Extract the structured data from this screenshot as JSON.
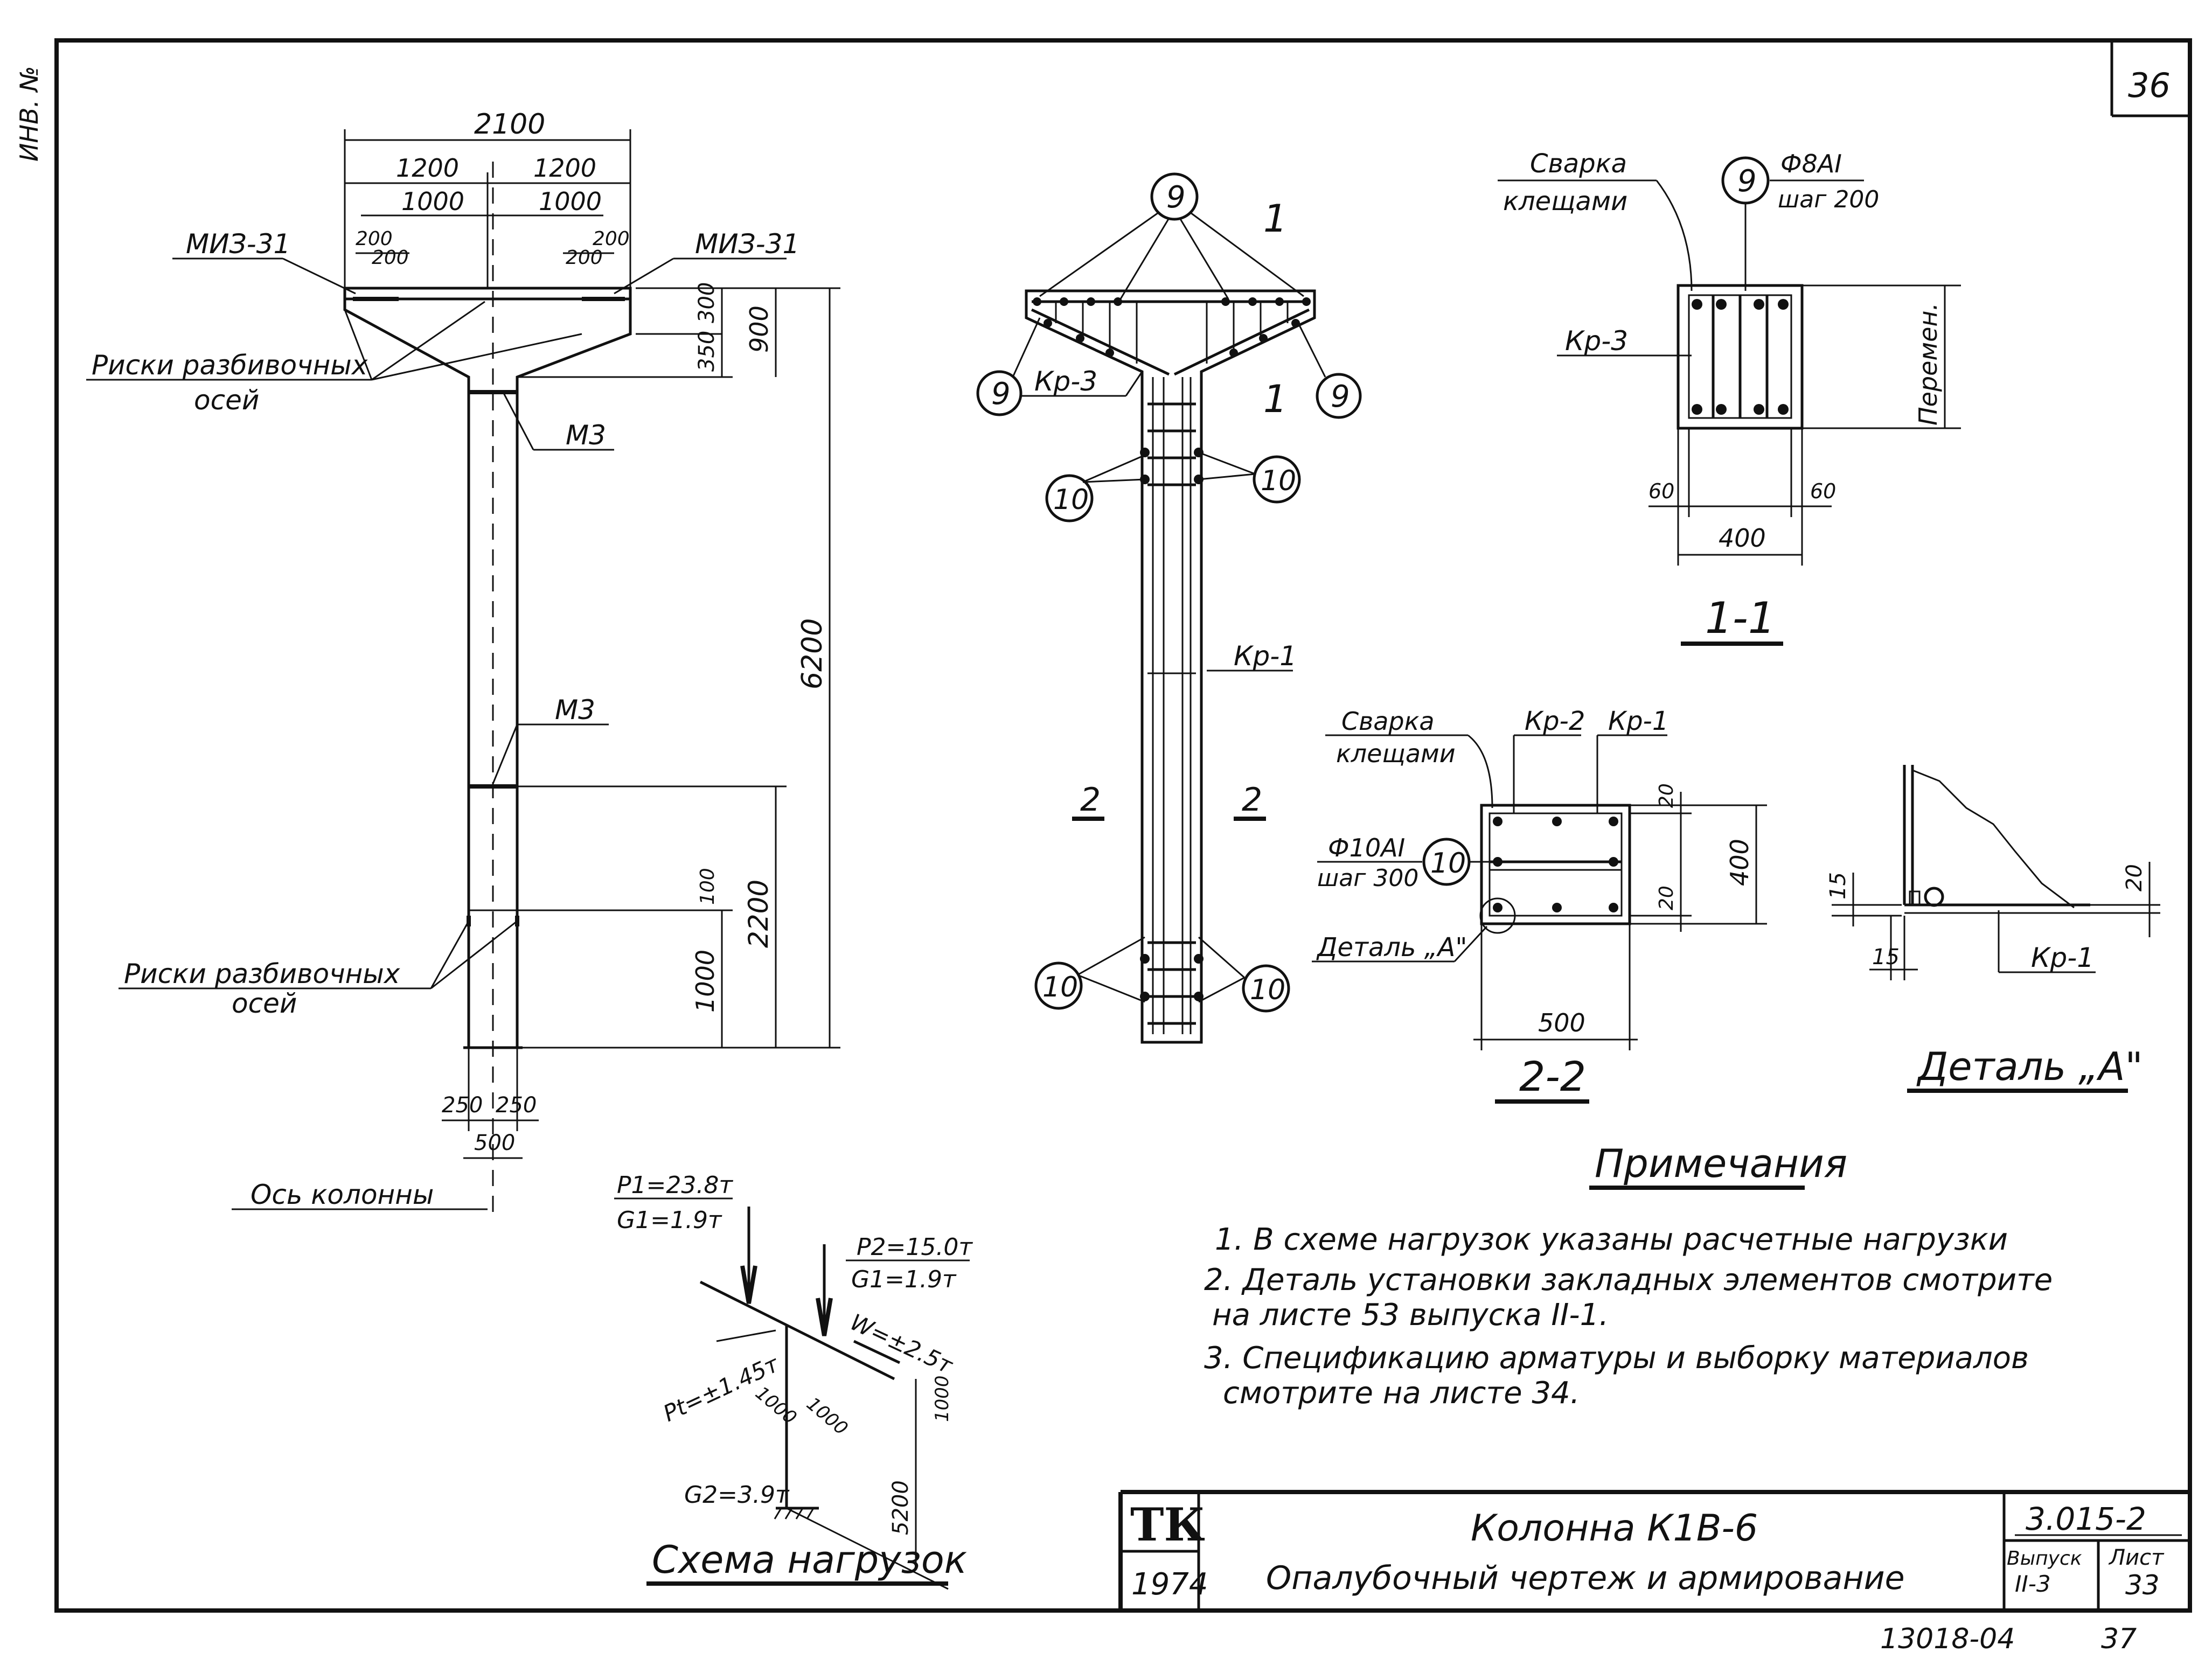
{
  "sheet": {
    "corner_number": "36",
    "bottom_code": "13018-04",
    "bottom_page": "37",
    "side_stamp": "ИНВ. №"
  },
  "elevation": {
    "dim_total": "2100",
    "dim_left": "1200",
    "dim_right": "1200",
    "dim_inner_left": "1000",
    "dim_inner_right": "1000",
    "dim_small_a": "200",
    "dim_small_b": "200",
    "dim_small_c": "200",
    "dim_small_d": "200",
    "embed_left": "МИЗ-31",
    "embed_right": "МИЗ-31",
    "dim_300": "300",
    "dim_350": "350",
    "dim_900": "900",
    "dim_6200": "6200",
    "dim_2200": "2200",
    "dim_1000": "1000",
    "dim_100": "100",
    "marks_label_1": "Риски разбивочных",
    "marks_label_2": "осей",
    "marks_label_3": "Риски разбивочных",
    "marks_label_4": "осей",
    "m3_top": "М3",
    "m3_mid": "М3",
    "dim_250_left": "250",
    "dim_250_right": "250",
    "dim_500": "500",
    "axis_label": "Ось колонны"
  },
  "reinforcement": {
    "pos9_top": "9",
    "pos9_left": "9",
    "pos9_right": "9",
    "kr3": "Кр-3",
    "pos10_a": "10",
    "pos10_b": "10",
    "pos10_c": "10",
    "pos10_d": "10",
    "kr1": "Кр-1",
    "cut11_a": "1",
    "cut11_b": "1",
    "cut22_left": "2",
    "cut22_right": "2"
  },
  "section11": {
    "weld_1": "Сварка",
    "weld_2": "клещами",
    "pos": "9",
    "bar_spec": "Ф8АI",
    "step": "шаг 200",
    "kr3": "Кр-3",
    "variable": "Перемен.",
    "dim_60_left": "60",
    "dim_60_right": "60",
    "dim_400": "400",
    "title": "1-1"
  },
  "section22": {
    "weld_1": "Сварка",
    "weld_2": "клещами",
    "kr2": "Кр-2",
    "kr1": "Кр-1",
    "bar_spec": "Ф10АI",
    "step": "шаг 300",
    "pos": "10",
    "detail_ref": "Деталь „А\"",
    "dim_20_top": "20",
    "dim_20_bot": "20",
    "dim_400": "400",
    "dim_500": "500",
    "title": "2-2"
  },
  "detailA": {
    "dim_15_a": "15",
    "dim_15_b": "15",
    "dim_20": "20",
    "kr1": "Кр-1",
    "title": "Деталь „А\""
  },
  "load_scheme": {
    "p1": "P1=23.8т",
    "g1a": "G1=1.9т",
    "p2": "P2=15.0т",
    "g1b": "G1=1.9т",
    "pt": "Pt=±1.45т",
    "wt": "W=±2.5т",
    "d1000_a": "1000",
    "d1000_b": "1000",
    "d1000_c": "1000",
    "g2": "G2=3.9т",
    "d5200": "5200",
    "title": "Схема нагрузок"
  },
  "notes": {
    "heading": "Примечания",
    "n1": "1. В схеме нагрузок указаны расчетные нагрузки",
    "n2a": "2. Деталь установки закладных элементов смотрите",
    "n2b": "на листе 53 выпуска II-1.",
    "n3a": "3. Спецификацию арматуры и выборку материалов",
    "n3b": "смотрите на листе 34."
  },
  "title_block": {
    "logo": "ТК",
    "year": "1974",
    "title_1": "Колонна К1В-6",
    "title_2": "Опалубочный чертеж и армирование",
    "series": "3.015-2",
    "issue_label": "Выпуск",
    "issue_value": "II-3",
    "sheet_label": "Лист",
    "sheet_value": "33"
  }
}
